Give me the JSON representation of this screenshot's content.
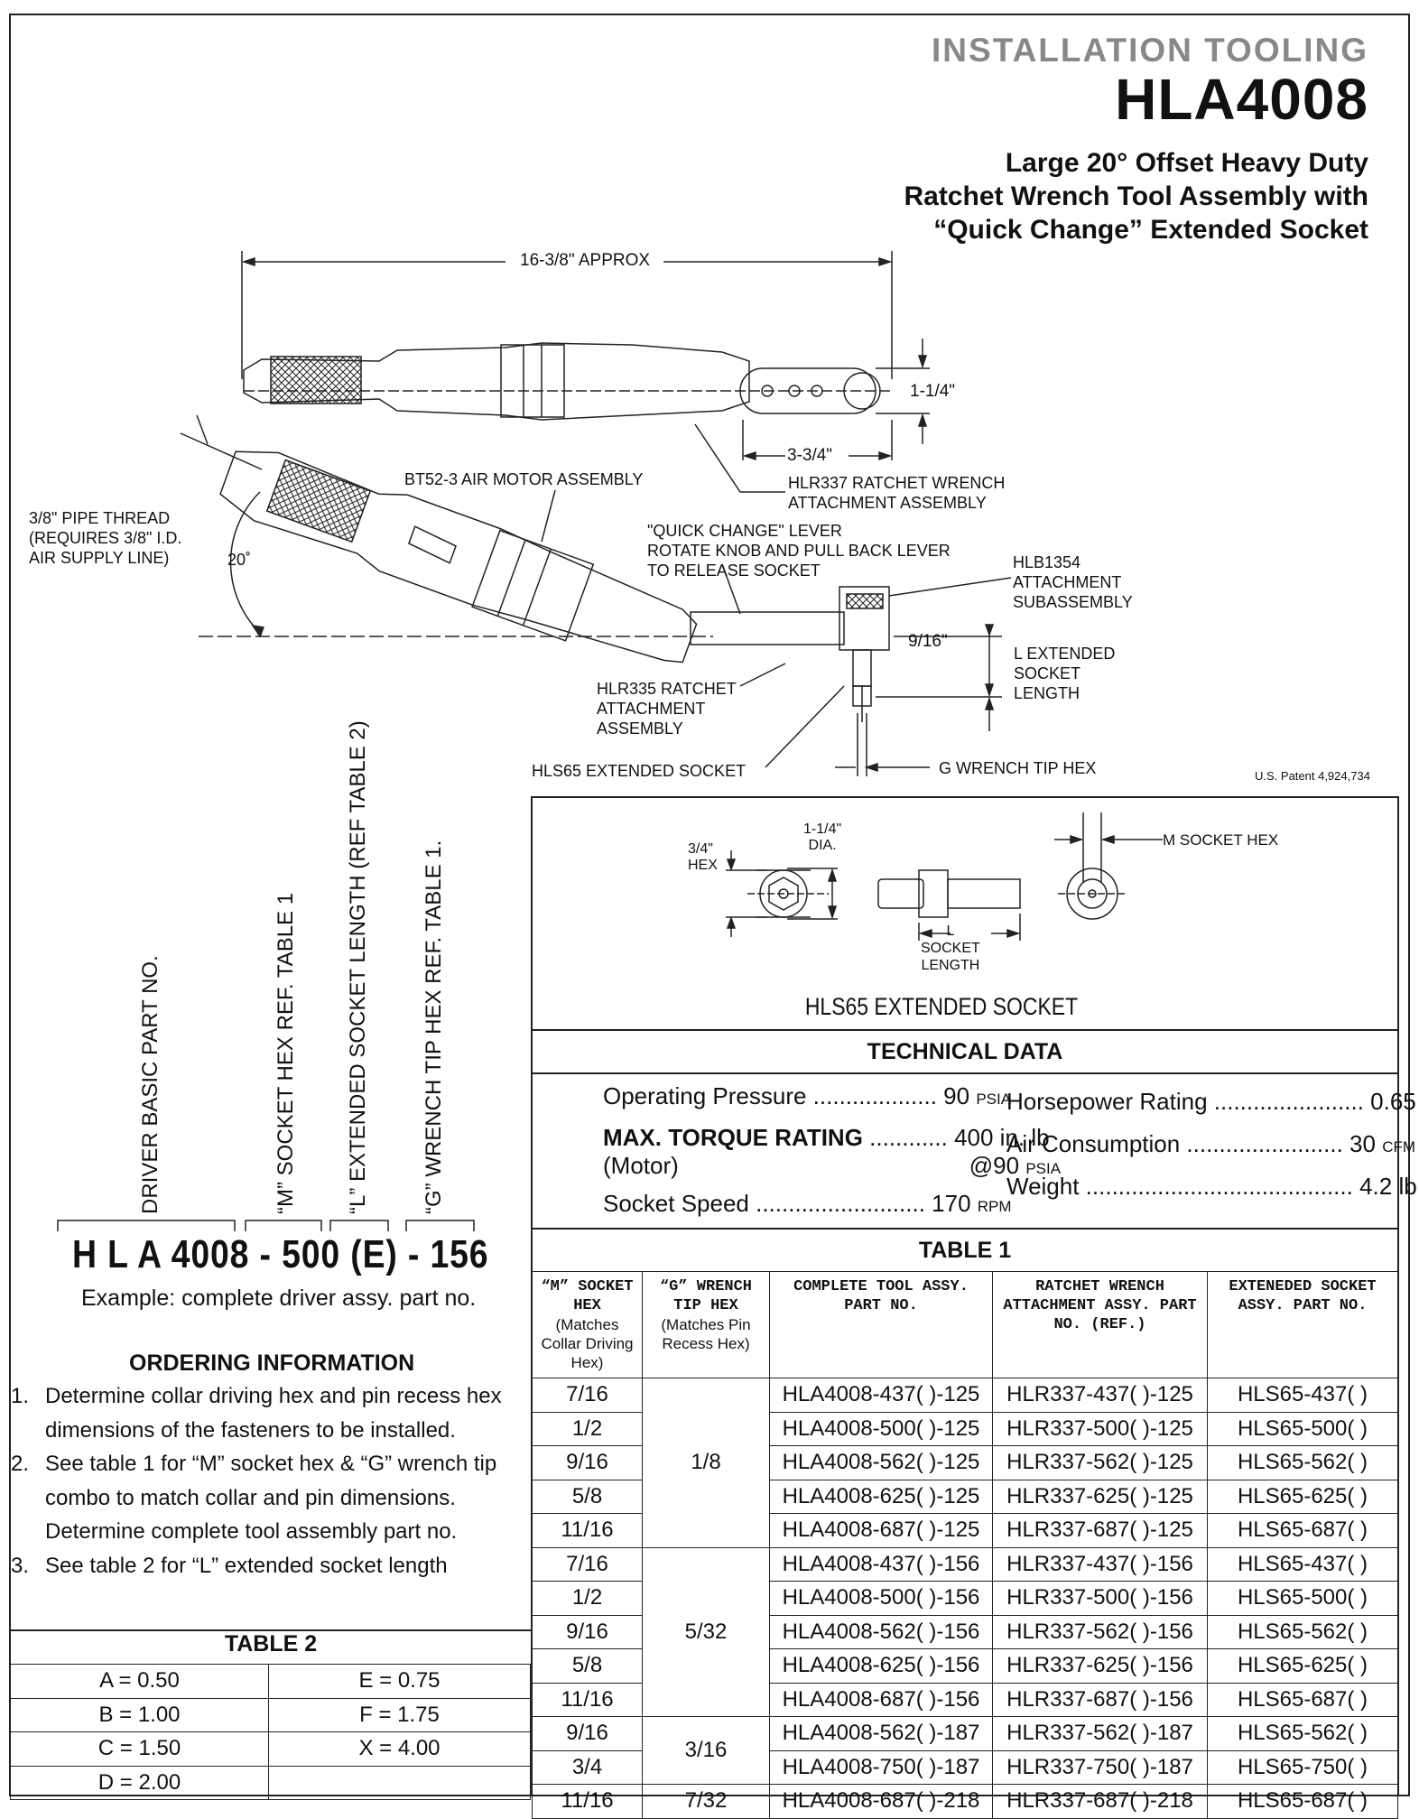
{
  "header": {
    "category": "INSTALLATION TOOLING",
    "model": "HLA4008",
    "subtitle_lines": [
      "Large 20° Offset Heavy Duty",
      "Ratchet Wrench Tool  Assembly with",
      "“Quick Change”  Extended  Socket"
    ]
  },
  "drawing": {
    "length": "16-3/8\" APPROX",
    "width": "1-1/4\"",
    "head_length": "3-3/4\"",
    "hlr337": [
      "HLR337 RATCHET WRENCH",
      "ATTACHMENT ASSEMBLY"
    ],
    "bt52": "BT52-3 AIR MOTOR ASSEMBLY",
    "pipe_thread": [
      "3/8\" PIPE THREAD",
      "(REQUIRES 3/8\" I.D.",
      "AIR SUPPLY LINE)"
    ],
    "angle": "20˚",
    "quick_change": [
      "\"QUICK CHANGE\" LEVER",
      "ROTATE KNOB AND PULL BACK LEVER",
      "TO RELEASE SOCKET"
    ],
    "hlb1354": [
      "HLB1354",
      "ATTACHMENT",
      "SUBASSEMBLY"
    ],
    "offset": "9/16\"",
    "l_extended": [
      "L EXTENDED",
      "SOCKET",
      "LENGTH"
    ],
    "hlr335": [
      "HLR335 RATCHET",
      "ATTACHMENT",
      "ASSEMBLY"
    ],
    "hls65": "HLS65 EXTENDED SOCKET",
    "g_hex": "G WRENCH TIP HEX",
    "patent": "U.S. Patent 4,924,734"
  },
  "socket_detail": {
    "hex_34": [
      "3/4\"",
      "HEX"
    ],
    "dia": [
      "1-1/4\"",
      "DIA."
    ],
    "m_hex": "M SOCKET HEX",
    "l_label": [
      "L",
      "SOCKET",
      "LENGTH"
    ],
    "title": "HLS65 EXTENDED SOCKET"
  },
  "part_number": {
    "labels": [
      "DRIVER BASIC PART NO.",
      "“M” SOCKET HEX REF. TABLE 1",
      "“L” EXTENDED SOCKET LENGTH (REF TABLE 2)",
      "“G” WRENCH TIP HEX REF. TABLE 1."
    ],
    "value": "H L A 4008 - 500  (E) - 156",
    "example": "Example: complete driver assy. part no."
  },
  "ordering": {
    "title": "ORDERING INFORMATION",
    "items": [
      {
        "num": "1.",
        "text": "Determine collar driving hex and pin recess hex dimensions of the fasteners to be installed."
      },
      {
        "num": "2.",
        "text": "See table 1 for “M” socket hex & “G” wrench tip combo to match collar and pin dimensions. Determine complete tool assembly part no."
      },
      {
        "num": "3.",
        "text": "See table 2 for “L” extended socket length"
      }
    ]
  },
  "technical": {
    "title": "TECHNICAL DATA",
    "operating_pressure": {
      "label": "Operating Pressure",
      "value": "90",
      "unit": "PSIA"
    },
    "max_torque": {
      "label": "MAX. TORQUE RATING",
      "value": "400 in. lb",
      "sub_label": "(Motor)",
      "sub_value": "@90",
      "sub_unit": "PSIA"
    },
    "socket_speed": {
      "label": "Socket Speed",
      "value": "170",
      "unit": "RPM"
    },
    "horsepower": {
      "label": "Horsepower Rating",
      "value": "0.65"
    },
    "air_consumption": {
      "label": "Air Consumption",
      "value": "30",
      "unit": "CFM"
    },
    "weight": {
      "label": "Weight",
      "value": "4.2 lb"
    }
  },
  "table1": {
    "title": "TABLE 1",
    "headers": [
      {
        "main": "“M” SOCKET HEX",
        "sub": "(Matches Collar Driving Hex)"
      },
      {
        "main": "“G” WRENCH TIP HEX",
        "sub": "(Matches Pin Recess Hex)"
      },
      {
        "main": "COMPLETE TOOL ASSY. PART NO.",
        "sub": ""
      },
      {
        "main": "RATCHET WRENCH ATTACHMENT ASSY. PART NO. (REF.)",
        "sub": ""
      },
      {
        "main": "EXTENEDED SOCKET ASSY. PART NO.",
        "sub": ""
      }
    ],
    "groups": [
      {
        "g": "1/8",
        "rows": [
          [
            "7/16",
            "HLA4008-437(  )-125",
            "HLR337-437(  )-125",
            "HLS65-437(  )"
          ],
          [
            "1/2",
            "HLA4008-500(  )-125",
            "HLR337-500(  )-125",
            "HLS65-500(  )"
          ],
          [
            "9/16",
            "HLA4008-562(  )-125",
            "HLR337-562(  )-125",
            "HLS65-562(  )"
          ],
          [
            "5/8",
            "HLA4008-625(  )-125",
            "HLR337-625(  )-125",
            "HLS65-625(  )"
          ],
          [
            "11/16",
            "HLA4008-687(  )-125",
            "HLR337-687(  )-125",
            "HLS65-687(  )"
          ]
        ]
      },
      {
        "g": "5/32",
        "rows": [
          [
            "7/16",
            "HLA4008-437(  )-156",
            "HLR337-437(  )-156",
            "HLS65-437(  )"
          ],
          [
            "1/2",
            "HLA4008-500(  )-156",
            "HLR337-500(  )-156",
            "HLS65-500(  )"
          ],
          [
            "9/16",
            "HLA4008-562(  )-156",
            "HLR337-562(  )-156",
            "HLS65-562(  )"
          ],
          [
            "5/8",
            "HLA4008-625(  )-156",
            "HLR337-625(  )-156",
            "HLS65-625(  )"
          ],
          [
            "11/16",
            "HLA4008-687(  )-156",
            "HLR337-687(  )-156",
            "HLS65-687(  )"
          ]
        ]
      },
      {
        "g": "3/16",
        "rows": [
          [
            "9/16",
            "HLA4008-562(  )-187",
            "HLR337-562(  )-187",
            "HLS65-562(  )"
          ],
          [
            "3/4",
            "HLA4008-750(  )-187",
            "HLR337-750(  )-187",
            "HLS65-750(  )"
          ]
        ]
      },
      {
        "g": "7/32",
        "rows": [
          [
            "11/16",
            "HLA4008-687(  )-218",
            "HLR337-687(  )-218",
            "HLS65-687(  )"
          ]
        ]
      }
    ]
  },
  "table2": {
    "title": "TABLE 2",
    "rows": [
      [
        "A = 0.50",
        "E = 0.75"
      ],
      [
        "B = 1.00",
        "F = 1.75"
      ],
      [
        "C = 1.50",
        "X = 4.00"
      ],
      [
        "D = 2.00",
        ""
      ]
    ]
  }
}
